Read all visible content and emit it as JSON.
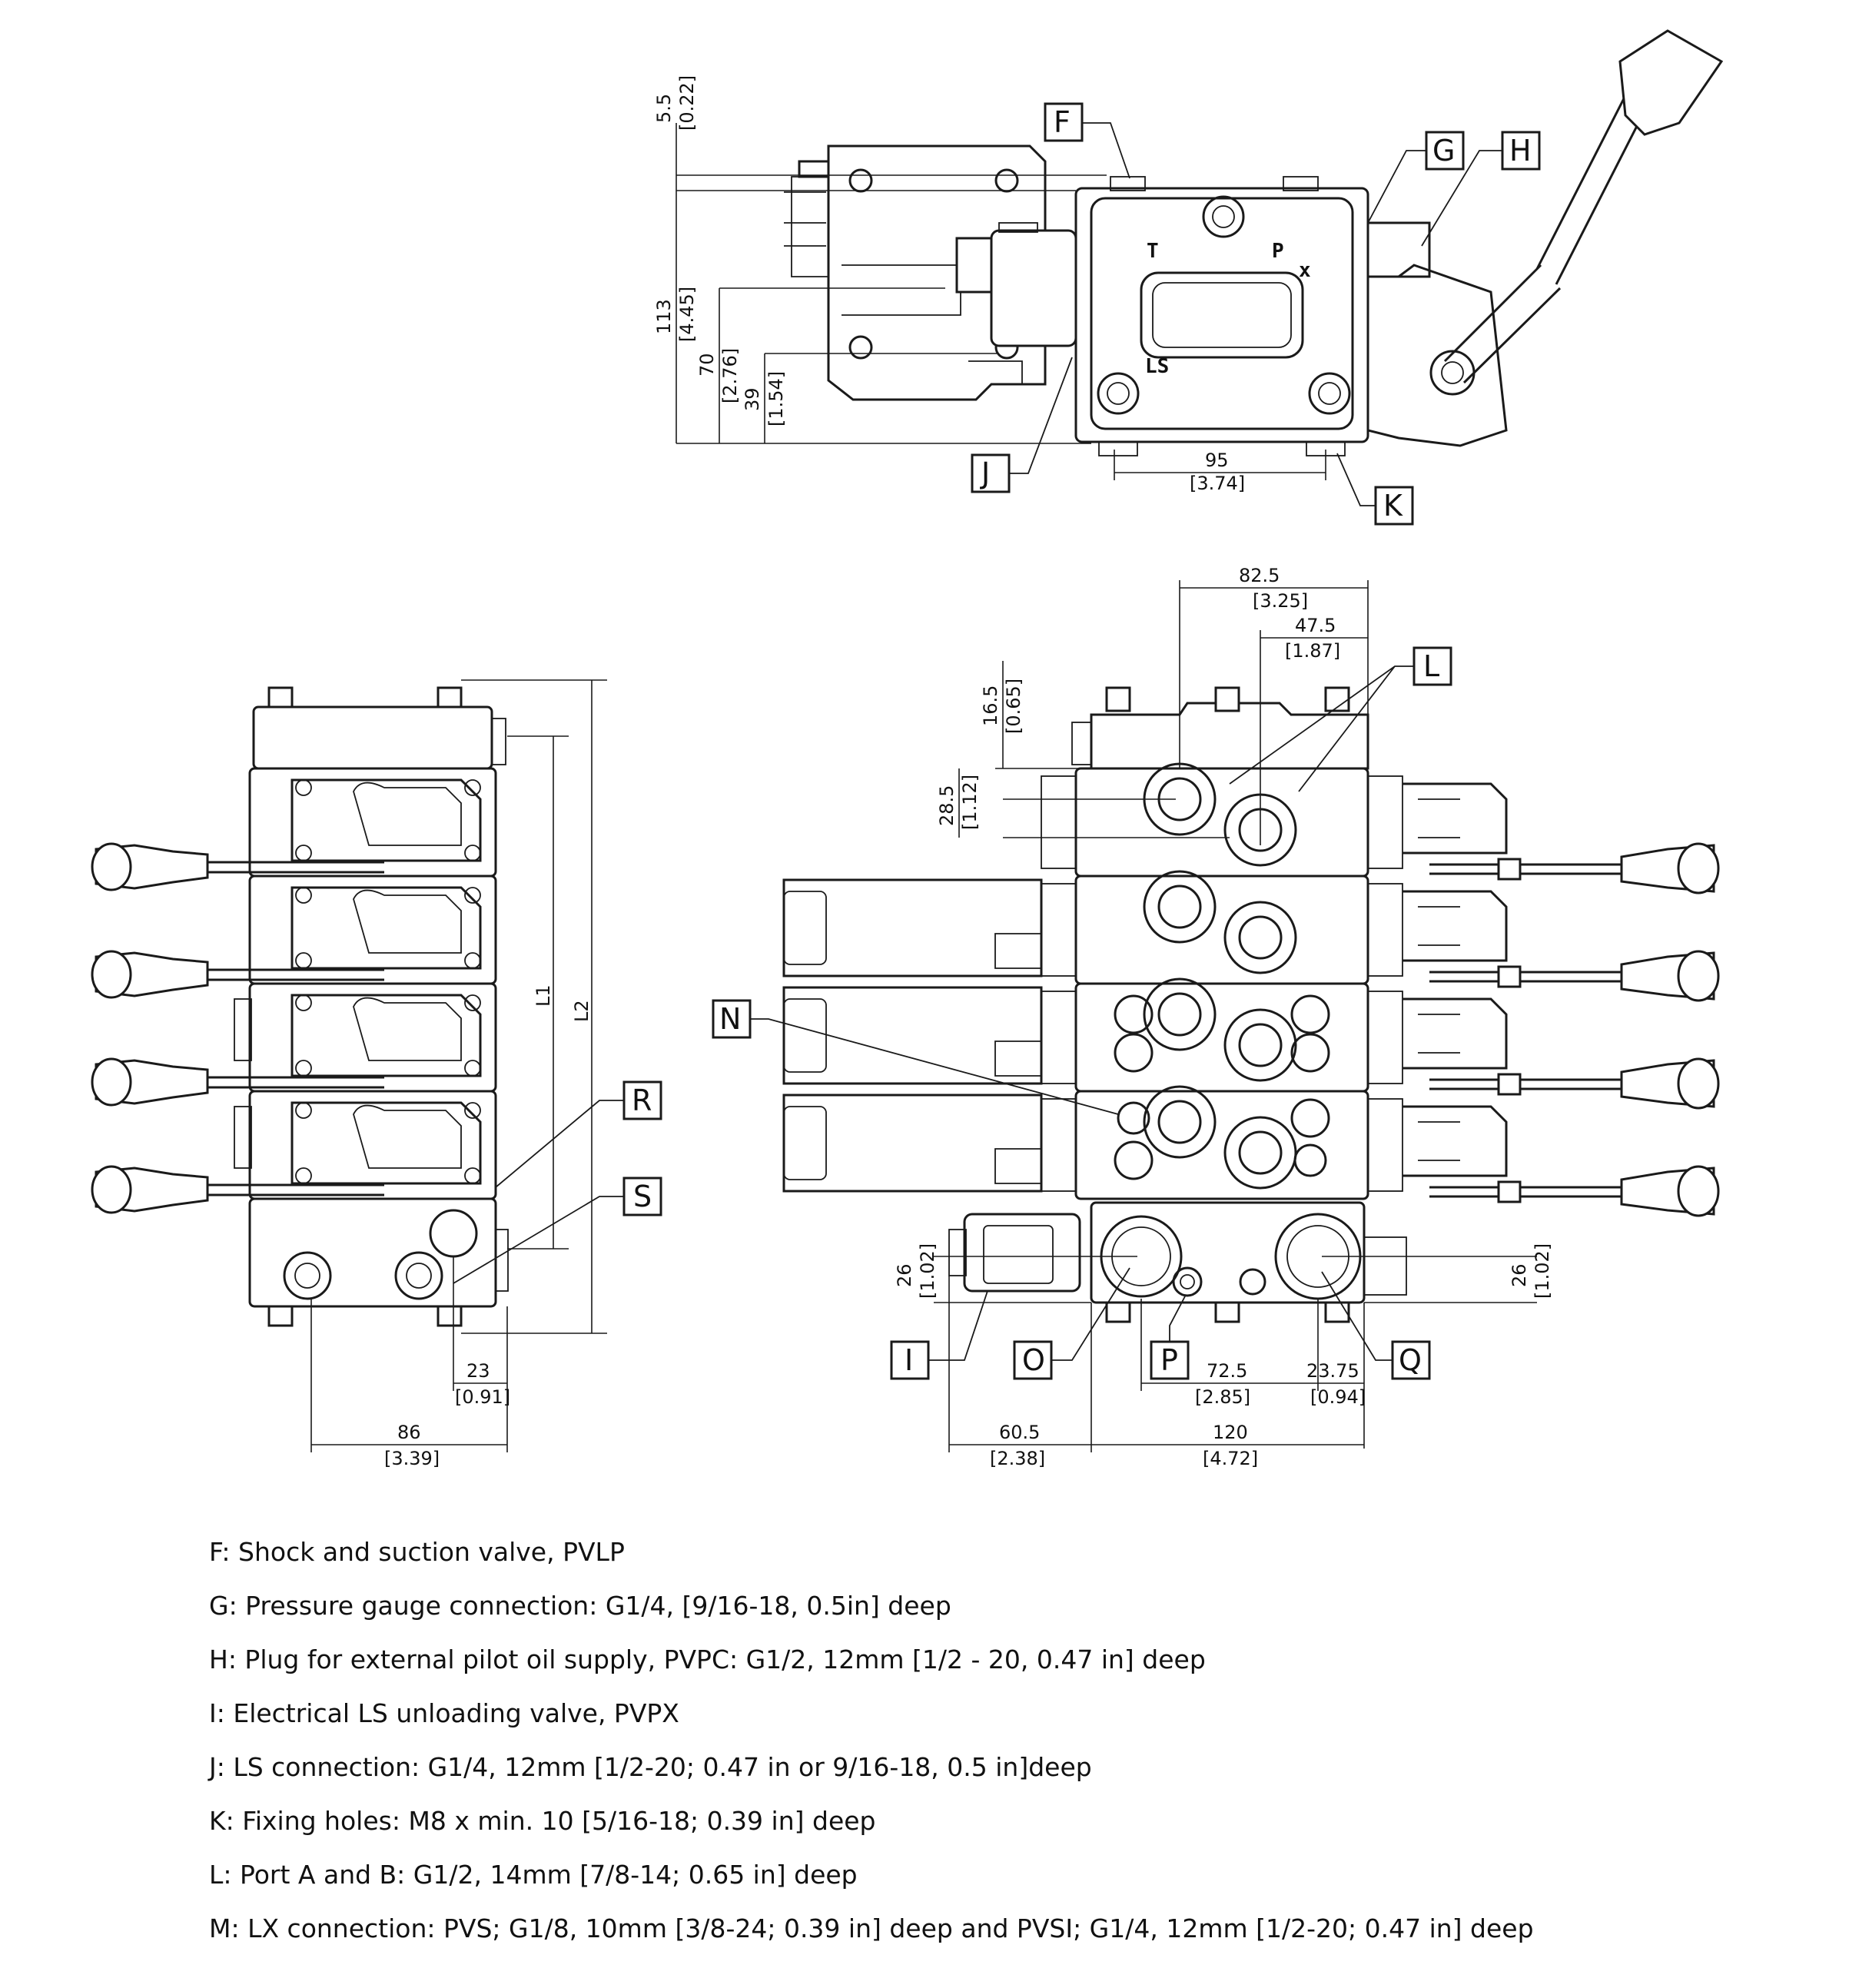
{
  "top_view": {
    "port_labels": {
      "t": "T",
      "p": "P",
      "x": "x",
      "ls": "LS"
    },
    "dims": {
      "d5_5": "5.5",
      "d5_5_in": "[0.22]",
      "d113": "113",
      "d113_in": "[4.45]",
      "d70": "70",
      "d70_in": "[2.76]",
      "d39": "39",
      "d39_in": "[1.54]",
      "d95": "95",
      "d95_in": "[3.74]"
    },
    "tags": {
      "f": "F",
      "g": "G",
      "h": "H",
      "j": "J",
      "k": "K"
    }
  },
  "side_view": {
    "dims": {
      "l1": "L1",
      "l2": "L2",
      "d23": "23",
      "d23_in": "[0.91]",
      "d86": "86",
      "d86_in": "[3.39]"
    },
    "tags": {
      "r": "R",
      "s": "S"
    }
  },
  "front_view": {
    "dims": {
      "d82_5": "82.5",
      "d82_5_in": "[3.25]",
      "d47_5": "47.5",
      "d47_5_in": "[1.87]",
      "d16_5": "16.5",
      "d16_5_in": "[0.65]",
      "d28_5": "28.5",
      "d28_5_in": "[1.12]",
      "d26l": "26",
      "d26l_in": "[1.02]",
      "d26r": "26",
      "d26r_in": "[1.02]",
      "d72_5": "72.5",
      "d72_5_in": "[2.85]",
      "d23_75": "23.75",
      "d23_75_in": "[0.94]",
      "d60_5": "60.5",
      "d60_5_in": "[2.38]",
      "d120": "120",
      "d120_in": "[4.72]"
    },
    "tags": {
      "l": "L",
      "n": "N",
      "i": "I",
      "o": "O",
      "p": "P",
      "q": "Q"
    }
  },
  "notes": [
    "F: Shock and suction valve, PVLP",
    "G: Pressure gauge connection: G1/4, [9/16-18, 0.5in] deep",
    "H: Plug for external pilot oil supply, PVPC: G1/2, 12mm [1/2 - 20, 0.47 in] deep",
    "I: Electrical LS unloading valve, PVPX",
    "J: LS connection: G1/4, 12mm [1/2-20; 0.47 in or 9/16-18, 0.5 in]deep",
    "K: Fixing holes: M8 x min. 10 [5/16-18; 0.39 in] deep",
    "L: Port A and B: G1/2, 14mm [7/8-14; 0.65 in] deep",
    "M: LX connection: PVS; G1/8, 10mm [3/8-24; 0.39 in] deep and PVSI; G1/4, 12mm [1/2-20; 0.47 in] deep"
  ]
}
